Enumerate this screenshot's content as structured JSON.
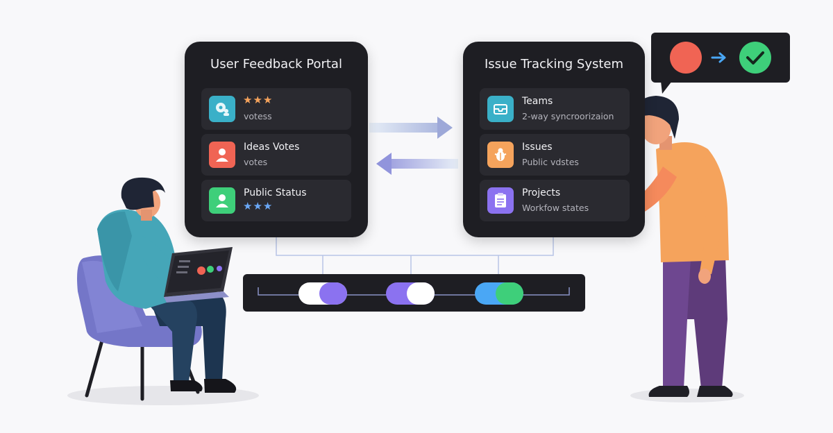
{
  "feedback_portal": {
    "title": "User Feedback Portal",
    "rows": [
      {
        "title": "",
        "subtitle": "votess",
        "stars": "★★★",
        "icon": "chat-user-icon",
        "color": "#3ab0c8"
      },
      {
        "title": "Ideas Votes",
        "subtitle": "votes",
        "icon": "user-icon",
        "color": "#f06454"
      },
      {
        "title": "Public Status",
        "subtitle": "",
        "stars": "★★★",
        "icon": "user-icon",
        "color": "#3ecf7a"
      }
    ]
  },
  "issue_system": {
    "title": "Issue Tracking System",
    "rows": [
      {
        "title": "Teams",
        "subtitle": "2-way syncroorizaion",
        "icon": "inbox-icon",
        "color": "#3ab0c8"
      },
      {
        "title": "Issues",
        "subtitle": "Public vdstes",
        "icon": "bug-icon",
        "color": "#f5a35c"
      },
      {
        "title": "Projects",
        "subtitle": "Workfow states",
        "icon": "clipboard-icon",
        "color": "#8b72f0"
      }
    ]
  },
  "colors": {
    "panel": "#1e1e23",
    "row": "#2a2a30",
    "red_status": "#f06454",
    "green_status": "#3ecf7a",
    "purple": "#8b72f0",
    "blue": "#4aa7f5"
  }
}
